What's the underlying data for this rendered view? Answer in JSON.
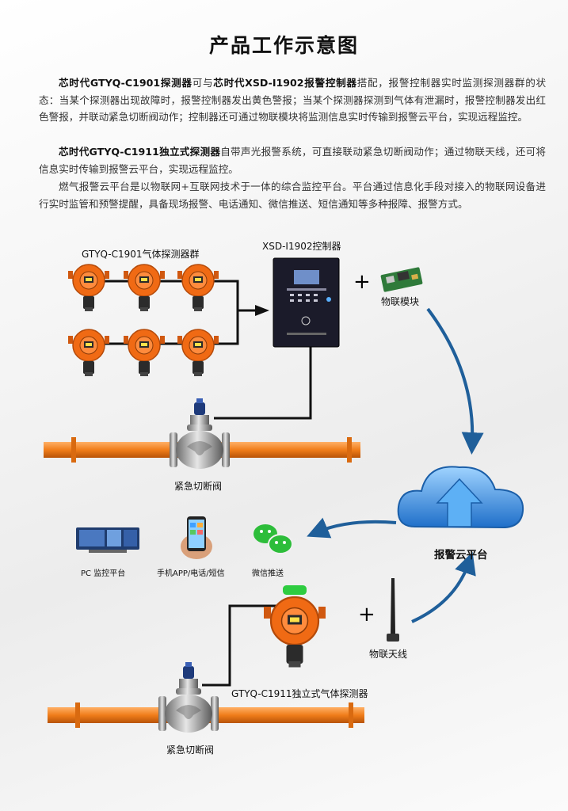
{
  "title": "产品工作示意图",
  "paragraphs": [
    {
      "brand1": "芯时代",
      "model1": "GTYQ-C1901",
      "dev1": "探测器",
      "mid1": "可与",
      "brand2": "芯时代",
      "model2": "XSD-I1902",
      "dev2": "报警控制器",
      "rest": "搭配，报警控制器实时监测探测器群的状态：当某个探测器出现故障时，报警控制器发出黄色警报；当某个探测器探测到气体有泄漏时，报警控制器发出红色警报，并联动紧急切断阀动作；控制器还可通过物联模块将监测信息实时传输到报警云平台，实现远程监控。"
    },
    {
      "brand1": "芯时代",
      "model1": "GTYQ-C1911",
      "dev1": "独立式探测器",
      "rest": "自带声光报警系统，可直接联动紧急切断阀动作；通过物联天线，还可将信息实时传输到报警云平台，实现远程监控。"
    },
    {
      "text": "燃气报警云平台是以物联网+互联网技术于一体的综合监控平台。平台通过信息化手段对接入的物联网设备进行实时监管和预警提醒，具备现场报警、电话通知、微信推送、短信通知等多种报障、报警方式。"
    }
  ],
  "labels": {
    "detector_group": "GTYQ-C1901气体探测器群",
    "controller": "XSD-I1902控制器",
    "iot_module": "物联模块",
    "valve_top": "紧急切断阀",
    "cloud": "报警云平台",
    "pc": "PC 监控平台",
    "app": "手机APP/电话/短信",
    "wechat": "微信推送",
    "antenna": "物联天线",
    "standalone": "GTYQ-C1911独立式气体探测器",
    "valve_bottom": "紧急切断阀",
    "plus": "+"
  },
  "colors": {
    "pipe": "#f07d1a",
    "detector": "#f06a14",
    "cloud": "#3a8fe0",
    "arrow": "#1f5f9a",
    "wechat": "#2dbd3a"
  },
  "icons": [
    "gas-detector-icon",
    "controller-icon",
    "iot-module-icon",
    "valve-icon",
    "cloud-icon",
    "pc-monitor-icon",
    "phone-icon",
    "wechat-icon",
    "antenna-icon"
  ]
}
